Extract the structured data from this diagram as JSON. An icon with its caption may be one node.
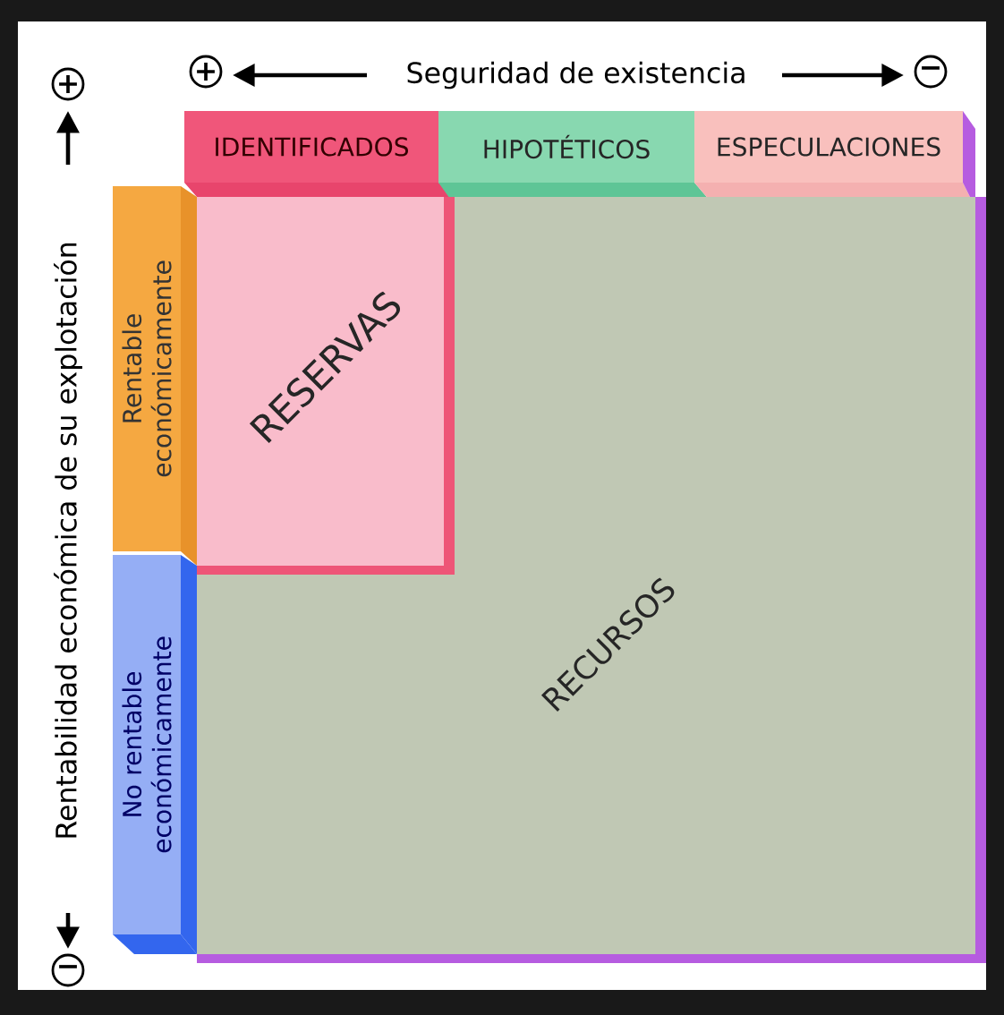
{
  "diagram": {
    "nodes": [
      {
        "text": [
          "IDENTIFICADOS"
        ]
      },
      {
        "text": [
          "HIPOTÉTICOS"
        ]
      },
      {
        "text": [
          "ESPECULACIONES"
        ]
      },
      {
        "text": [
          "Rentable económicamente"
        ]
      },
      {
        "text": [
          "No rentable económicamente"
        ]
      },
      {
        "text": [
          "RECURSOS"
        ]
      },
      {
        "text": [
          "RESERVAS"
        ],
        "in": 5
      }
    ],
    "labels": [
      "+",
      "Seguridad de existencia",
      "−",
      "+",
      "Rentabilidad económica de su explotación",
      "−"
    ]
  }
}
